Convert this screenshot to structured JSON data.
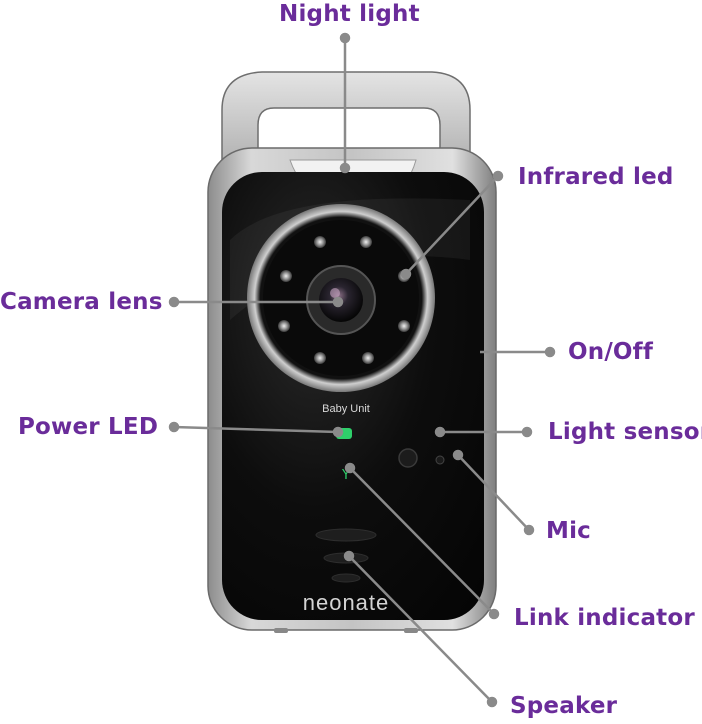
{
  "device": {
    "model_label": "Baby Unit",
    "brand": "neonate"
  },
  "labels": {
    "night_light": "Night light",
    "infrared_led": "Infrared led",
    "camera_lens": "Camera lens",
    "on_off": "On/Off",
    "power_led": "Power LED",
    "light_sensor": "Light sensor",
    "mic": "Mic",
    "link_indicator": "Link indicator",
    "speaker": "Speaker"
  },
  "colors": {
    "label": "#6a2c9a",
    "leader_line": "#8a8a8a",
    "device_body": "#0c0c0c",
    "device_frame": "#b9b9b9",
    "status_led": "#2ecf6a"
  }
}
